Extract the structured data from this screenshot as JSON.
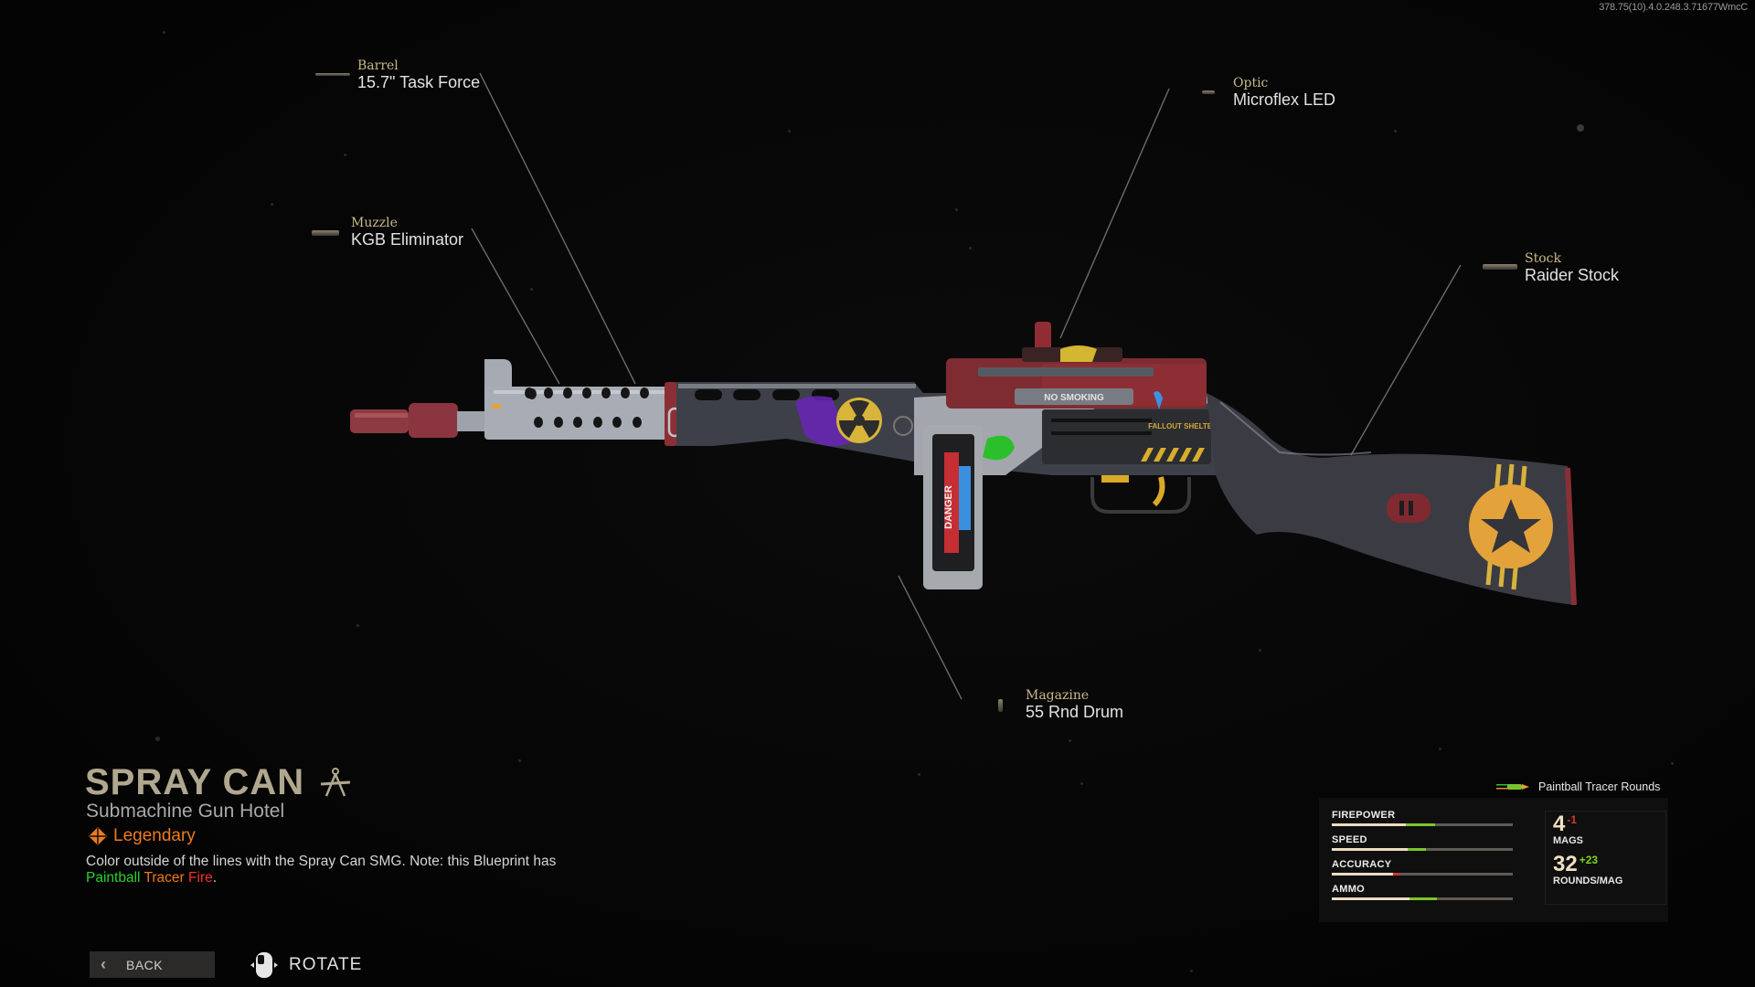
{
  "version_string": "378.75(10).4.0.248.3.71677WmcC",
  "attachments": [
    {
      "slot": "Barrel",
      "name": "15.7\" Task Force"
    },
    {
      "slot": "Muzzle",
      "name": "KGB Eliminator"
    },
    {
      "slot": "Optic",
      "name": "Microflex LED"
    },
    {
      "slot": "Stock",
      "name": "Raider Stock"
    },
    {
      "slot": "Magazine",
      "name": "55 Rnd Drum"
    }
  ],
  "weapon": {
    "name": "SPRAY CAN",
    "class": "Submachine Gun Hotel",
    "rarity": "Legendary",
    "rarity_color": "#ec7a1f",
    "description_prefix": "Color outside of the lines with the Spray Can SMG. Note: this Blueprint has ",
    "description_paint": "Paintball",
    "description_tracer": "Tracer",
    "description_fire": "Fire",
    "description_suffix": "."
  },
  "weapon_decals": {
    "no_smoking": "NO SMOKING",
    "fallout": "FALLOUT SHELTER",
    "danger": "DANGER"
  },
  "controls": {
    "back_label": "BACK",
    "rotate_label": "ROTATE"
  },
  "stats": {
    "ammo_type": "Paintball Tracer Rounds",
    "bars": [
      {
        "name": "FIREPOWER",
        "base": 0.41,
        "modified": 0.57,
        "delta_color": "#7ac728"
      },
      {
        "name": "SPEED",
        "base": 0.42,
        "modified": 0.52,
        "delta_color": "#7ac728"
      },
      {
        "name": "ACCURACY",
        "base": 0.38,
        "modified": 0.34,
        "delta_color": "#c8382f"
      },
      {
        "name": "AMMO",
        "base": 0.43,
        "modified": 0.58,
        "delta_color": "#7ac728"
      }
    ],
    "mags": {
      "value": "4",
      "delta": "-1",
      "label": "MAGS"
    },
    "rounds": {
      "value": "32",
      "delta": "+23",
      "label": "ROUNDS/MAG"
    }
  }
}
